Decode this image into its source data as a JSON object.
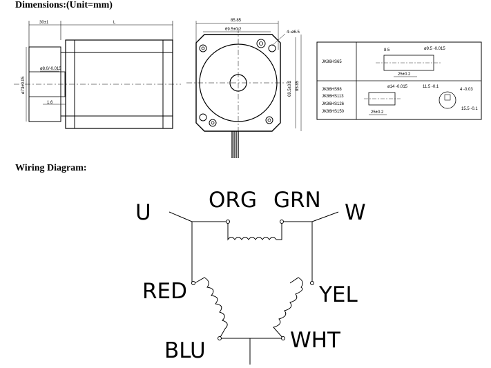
{
  "headings": {
    "dimensions": "Dimensions:(Unit=mm)",
    "wiring": "Wiring Diagram:"
  },
  "side_view": {
    "dim_30": "30±1",
    "dim_L": "L",
    "dim_shaft_dia": "ø73±0.05",
    "dim_shaft": "ø8.0/-0.015",
    "dim_1_6": "1.6"
  },
  "front_view": {
    "dim_85_85": "85.85",
    "dim_69_5": "69.5±0.2",
    "dim_holes": "4−ø6.5",
    "dim_69_5_v": "69.5±0.2",
    "dim_85_85_v": "85.85"
  },
  "shaft_table": {
    "row1_models": [
      "JK86HS65"
    ],
    "row2_models": [
      "JK86HS98",
      "JK86HS113",
      "JK86HS126",
      "JK86HS150"
    ],
    "r1_8_5": "8.5",
    "r1_dia": "ø9.5 -0.015",
    "r1_25": "25±0.2",
    "r2_dia": "ø14 -0.015",
    "r2_11_5": "11.5 -0.1",
    "r2_4": "4 -0.03",
    "r2_25": "25±0.2",
    "r2_15_5": "15.5 -0.1"
  },
  "wiring": {
    "terminal_u": "U",
    "terminal_w": "W",
    "wire_org": "ORG",
    "wire_grn": "GRN",
    "wire_red": "RED",
    "wire_yel": "YEL",
    "wire_blu": "BLU",
    "wire_wht": "WHT"
  }
}
